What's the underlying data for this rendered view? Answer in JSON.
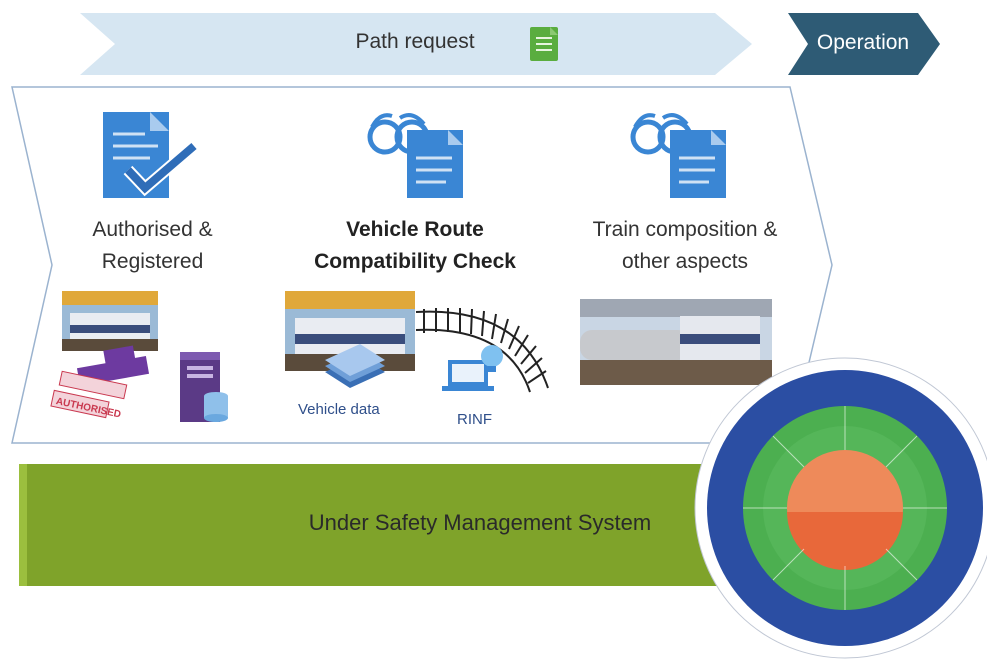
{
  "banner": {
    "path_request": "Path request",
    "operation": "Operation"
  },
  "columns": [
    {
      "title_line1": "Authorised &",
      "title_line2": "Registered"
    },
    {
      "title_line1": "Vehicle Route",
      "title_line2": "Compatibility Check"
    },
    {
      "title_line1": "Train composition &",
      "title_line2": "other aspects"
    }
  ],
  "labels": {
    "vehicle_data": "Vehicle data",
    "rinf": "RINF",
    "stamp_text": "AUTHORISED"
  },
  "sms": {
    "label": "Under Safety Management System"
  },
  "colors": {
    "banner_light": "#d6e6f2",
    "operation_dark": "#2e5b75",
    "sms_green": "#7fa32a",
    "doc_blue": "#3a86d4",
    "outer_ring": "#2b4ea3",
    "inner_orange": "#e8683a",
    "mid_green": "#4caf50"
  }
}
